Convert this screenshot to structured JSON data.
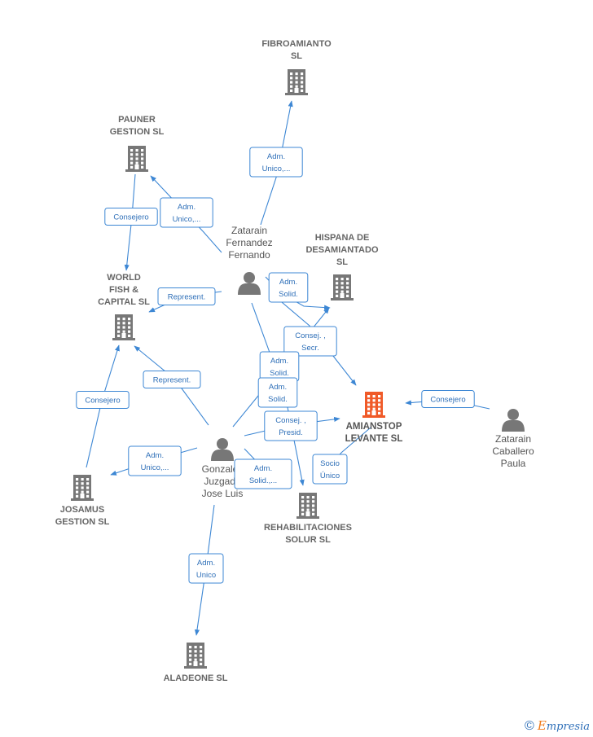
{
  "diagram": {
    "nodes": [
      {
        "id": "fibroamianto",
        "type": "company",
        "label": [
          "FIBROAMIANTO",
          "SL"
        ]
      },
      {
        "id": "pauner",
        "type": "company",
        "label": [
          "PAUNER",
          "GESTION SL"
        ]
      },
      {
        "id": "zatarain_fernando",
        "type": "person",
        "label": [
          "Zatarain",
          "Fernandez",
          "Fernando"
        ]
      },
      {
        "id": "hispana",
        "type": "company",
        "label": [
          "HISPANA DE",
          "DESAMIANTADO",
          "SL"
        ]
      },
      {
        "id": "world_fish",
        "type": "company",
        "label": [
          "WORLD",
          "FISH &",
          "CAPITAL SL"
        ]
      },
      {
        "id": "amianstop",
        "type": "company",
        "main": true,
        "label": [
          "AMIANSTOP",
          "LEVANTE SL"
        ]
      },
      {
        "id": "zatarain_paula",
        "type": "person",
        "label": [
          "Zatarain",
          "Caballero",
          "Paula"
        ]
      },
      {
        "id": "gonzalez",
        "type": "person",
        "label": [
          "Gonzalez",
          "Juzgado",
          "Jose Luis"
        ]
      },
      {
        "id": "josamus",
        "type": "company",
        "label": [
          "JOSAMUS",
          "GESTION SL"
        ]
      },
      {
        "id": "rehabilitaciones",
        "type": "company",
        "label": [
          "REHABILITACIONES",
          "SOLUR SL"
        ]
      },
      {
        "id": "aladeone",
        "type": "company",
        "label": [
          "ALADEONE SL"
        ]
      }
    ],
    "edges": [
      {
        "id": "e1",
        "from": "zatarain_fernando",
        "to": "fibroamianto",
        "label": [
          "Adm.",
          "Unico,..."
        ]
      },
      {
        "id": "e2",
        "from": "zatarain_fernando",
        "to": "pauner",
        "label": [
          "Adm.",
          "Unico,..."
        ]
      },
      {
        "id": "e3",
        "from": "pauner",
        "to": "world_fish",
        "label": [
          "Consejero"
        ]
      },
      {
        "id": "e4",
        "from": "zatarain_fernando",
        "to": "world_fish",
        "label": [
          "Represent."
        ]
      },
      {
        "id": "e5",
        "from": "zatarain_fernando",
        "to": "hispana",
        "label": [
          "Adm.",
          "Solid."
        ]
      },
      {
        "id": "e6",
        "from": "zatarain_fernando",
        "to": "amianstop",
        "label": [
          "Consej. ,",
          "Secr."
        ]
      },
      {
        "id": "e7",
        "from": "zatarain_fernando",
        "to": "rehabilitaciones",
        "label": [
          "Adm.",
          "Solid."
        ]
      },
      {
        "id": "e8",
        "from": "gonzalez",
        "to": "hispana",
        "label": [
          "Adm.",
          "Solid."
        ]
      },
      {
        "id": "e9",
        "from": "gonzalez",
        "to": "amianstop",
        "label": [
          "Consej. ,",
          "Presid."
        ]
      },
      {
        "id": "e10",
        "from": "zatarain_paula",
        "to": "amianstop",
        "label": [
          "Consejero"
        ]
      },
      {
        "id": "e11",
        "from": "gonzalez",
        "to": "world_fish",
        "label": [
          "Represent."
        ]
      },
      {
        "id": "e12",
        "from": "josamus",
        "to": "world_fish",
        "label": [
          "Consejero"
        ]
      },
      {
        "id": "e13",
        "from": "gonzalez",
        "to": "josamus",
        "label": [
          "Adm.",
          "Unico,..."
        ]
      },
      {
        "id": "e14",
        "from": "gonzalez",
        "to": "rehabilitaciones",
        "label": [
          "Adm.",
          "Solid.,..."
        ]
      },
      {
        "id": "e15",
        "from": "amianstop",
        "to": "rehabilitaciones",
        "label": [
          "Socio",
          "Único"
        ]
      },
      {
        "id": "e16",
        "from": "gonzalez",
        "to": "aladeone",
        "label": [
          "Adm.",
          "Unico"
        ]
      }
    ]
  },
  "colors": {
    "edge": "#3d87d4",
    "edge_text": "#2e6fb8",
    "company_icon": "#777777",
    "main_company_icon": "#f05a28",
    "person_icon": "#777777"
  },
  "icons": {
    "company": "building-icon",
    "person": "person-icon",
    "footer": "copyright-icon"
  },
  "footer": {
    "copyright": "©",
    "brand_initial": "E",
    "brand_rest": "mpresia"
  }
}
